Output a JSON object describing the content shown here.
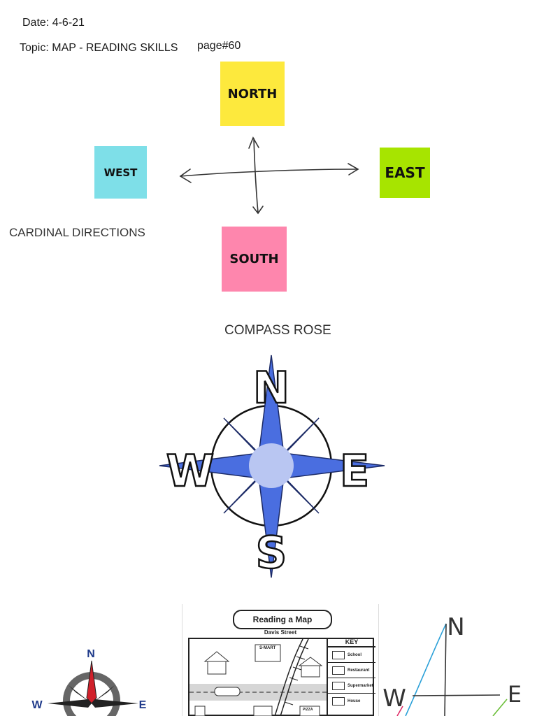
{
  "header": {
    "date": "Date: 4-6-21",
    "topic": "Topic: MAP - READING SKILLS",
    "page": "page#60"
  },
  "directions": {
    "north": {
      "label": "NORTH",
      "color": "#fde93d"
    },
    "west": {
      "label": "WEST",
      "color": "#7edfe8"
    },
    "east": {
      "label": "EAST",
      "color": "#a7e400"
    },
    "south": {
      "label": "SOUTH",
      "color": "#fe86ad"
    }
  },
  "cardinal_label": "CARDINAL DIRECTIONS",
  "compass_title": "COMPASS ROSE",
  "compass_letters": {
    "n": "N",
    "w": "W",
    "e": "E",
    "s": "S"
  },
  "small_compass": {
    "n": "N",
    "w": "W",
    "e": "E"
  },
  "map_card": {
    "title": "Reading a Map",
    "street": "Davis Street",
    "shop_sign": "S-MART",
    "key_title": "KEY",
    "key_items": [
      "School",
      "Restaurant",
      "Supermarket",
      "House"
    ],
    "pizza_sign": "PIZZA"
  },
  "hand_compass": {
    "n": "N",
    "w": "W",
    "e": "E"
  },
  "colors": {
    "rose_blue": "#4a6ee0",
    "rose_light": "#b9c6f2",
    "rose_dark": "#2e4fb8"
  }
}
